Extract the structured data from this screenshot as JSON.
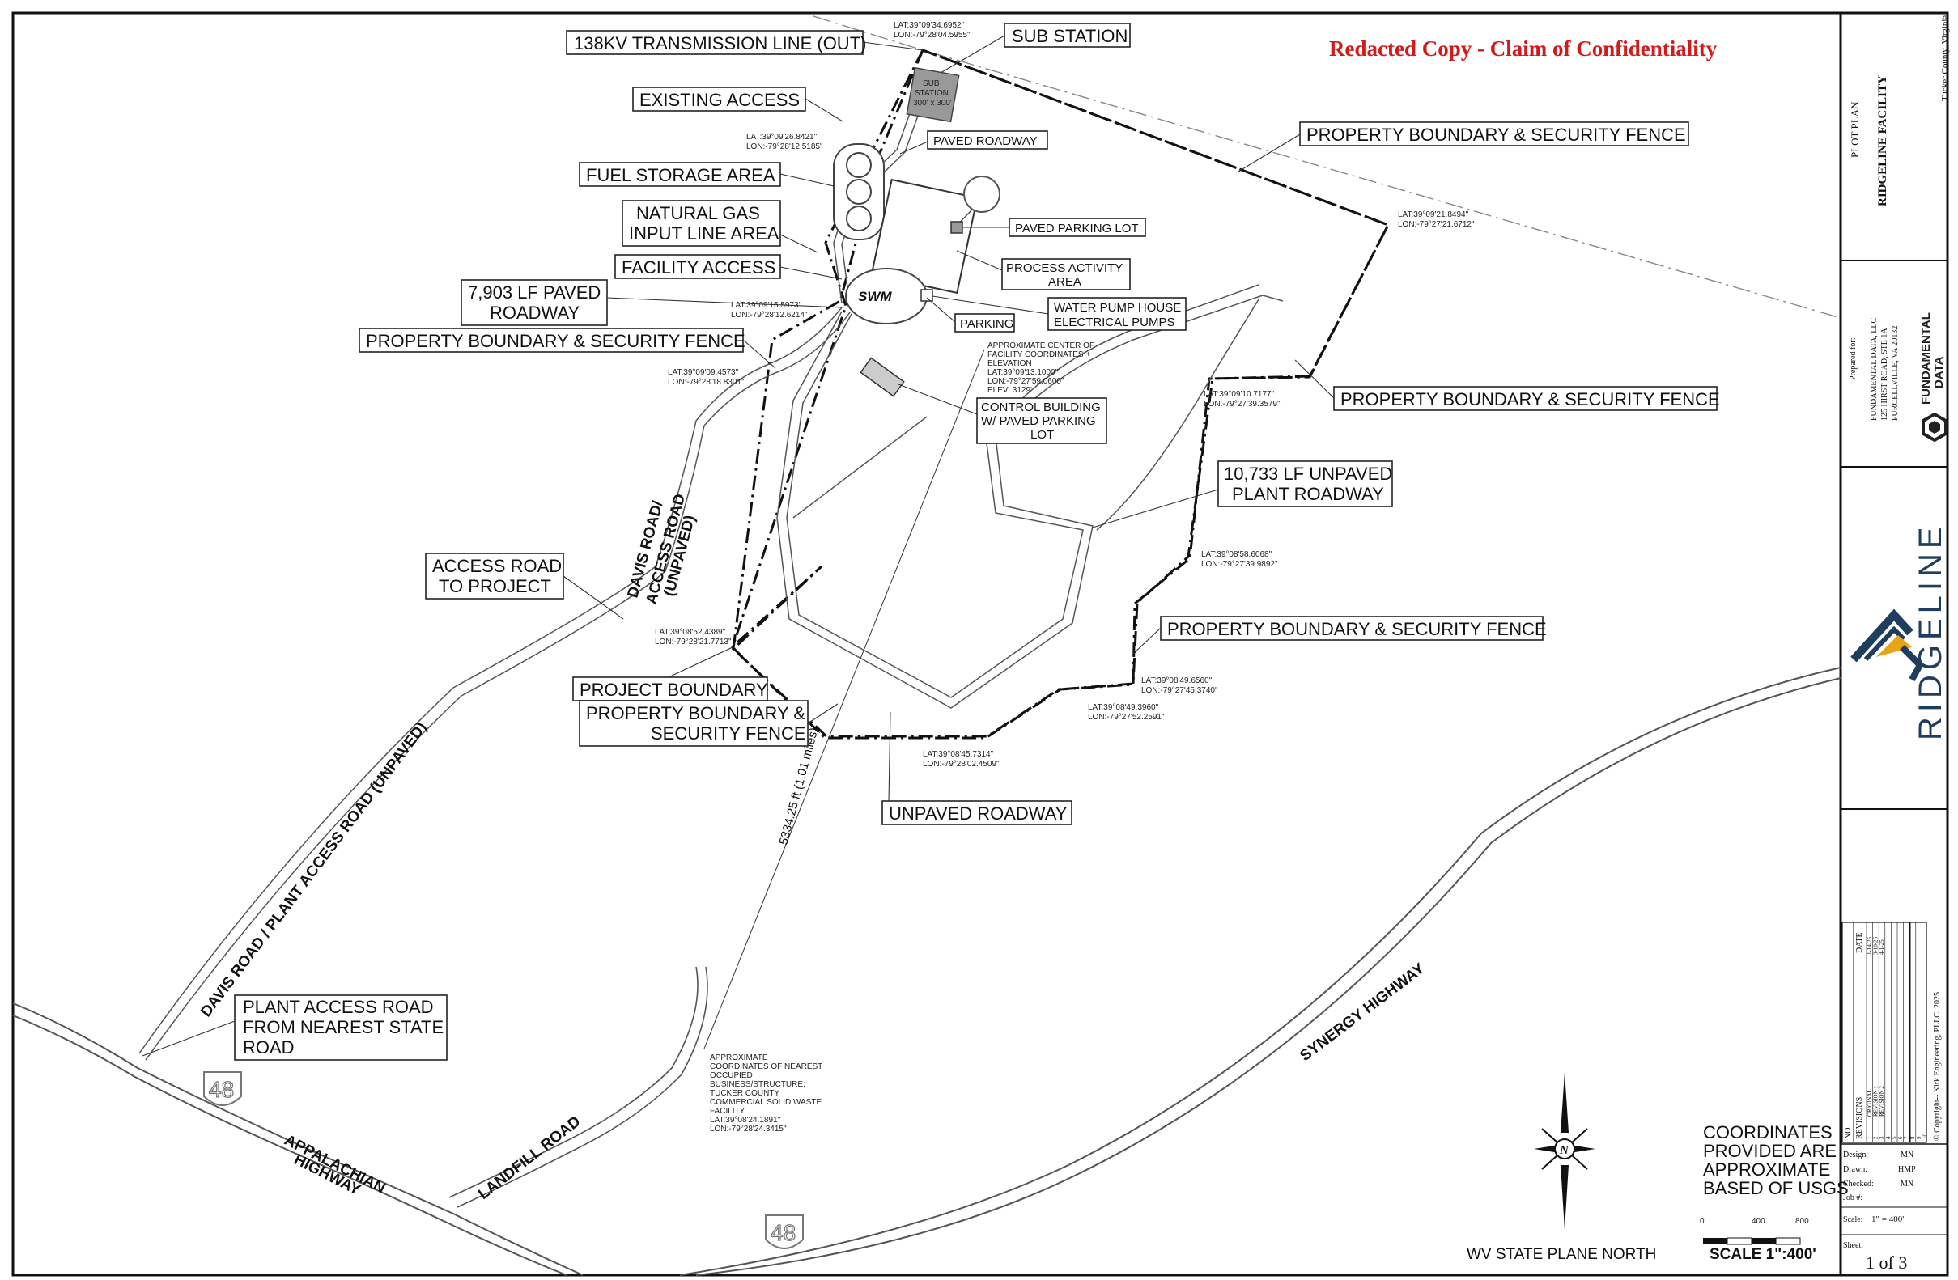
{
  "header": {
    "redacted": "Redacted Copy - Claim of Confidentiality"
  },
  "callouts": {
    "transmission": "138KV TRANSMISSION LINE (OUT)",
    "substation": "SUB STATION",
    "existing_access": "EXISTING ACCESS",
    "fuel_storage": "FUEL STORAGE AREA",
    "natural_gas_1": "NATURAL GAS",
    "natural_gas_2": "INPUT LINE AREA",
    "facility_access": "FACILITY ACCESS",
    "paved_roadway_1": "7,903 LF PAVED",
    "paved_roadway_2": "ROADWAY",
    "prop_fence_left": "PROPERTY BOUNDARY & SECURITY FENCE",
    "prop_fence_top": "PROPERTY BOUNDARY &  SECURITY FENCE",
    "prop_fence_right": "PROPERTY BOUNDARY & SECURITY FENCE",
    "prop_fence_right2": "PROPERTY BOUNDARY & SECURITY FENCE",
    "access_road_1": "ACCESS ROAD",
    "access_road_2": "TO PROJECT",
    "project_boundary": "PROJECT BOUNDARY",
    "prop_fence_bottom_1": "PROPERTY BOUNDARY &",
    "prop_fence_bottom_2": "SECURITY FENCE",
    "unpaved_roadway": "UNPAVED ROADWAY",
    "unpaved_plant_1": "10,733 LF UNPAVED",
    "unpaved_plant_2": "PLANT ROADWAY",
    "plant_access_1": "PLANT ACCESS ROAD",
    "plant_access_2": "FROM NEAREST STATE",
    "plant_access_3": "ROAD",
    "paved_roadway_small": "PAVED ROADWAY",
    "paved_parking": "PAVED PARKING LOT",
    "process_1": "PROCESS ACTIVITY",
    "process_2": "AREA",
    "pump_1": "WATER PUMP HOUSE",
    "pump_2": "ELECTRICAL PUMPS",
    "parking": "PARKING",
    "control_1": "CONTROL BUILDING",
    "control_2": "W/ PAVED PARKING",
    "control_3": "LOT",
    "swm": "SWM",
    "substation_label_1": "SUB",
    "substation_label_2": "STATION",
    "substation_label_3": "300' x 300'"
  },
  "coords": {
    "c1": [
      "LAT:39°09'34.6952\"",
      "LON:-79°28'04.5955\""
    ],
    "c2": [
      "LAT:39°09'26.8421\"",
      "LON:-79°28'12.5185\""
    ],
    "c3": [
      "LAT:39°09'15.5973\"",
      "LON:-79°28'12.6214\""
    ],
    "c4": [
      "LAT:39°09'09.4573\"",
      "LON:-79°28'18.8301\""
    ],
    "c5": [
      "LAT:39°08'52.4389\"",
      "LON:-79°28'21.7713\""
    ],
    "c6": [
      "LAT:39°08'45.7314\"",
      "LON:-79°28'02.4509\""
    ],
    "c7": [
      "LAT:39°08'49.3960\"",
      "LON:-79°27'52.2591\""
    ],
    "c8": [
      "LAT:39°08'49.6560\"",
      "LON:-79°27'45.3740\""
    ],
    "c9": [
      "LAT:39°08'58.6068\"",
      "LON:-79°27'39.9892\""
    ],
    "c10": [
      "LAT:39°09'10.7177\"",
      "LON:-79°27'39.3579\""
    ],
    "c11": [
      "LAT:39°09'21.8494\"",
      "LON:-79°27'21.6712\""
    ],
    "center": [
      "APPROXIMATE CENTER OF",
      "FACILITY COORDINATES +",
      "ELEVATION",
      "LAT:39°09'13.1000\"",
      "LON:-79°27'59.0600\"",
      "ELEV: 3129'"
    ],
    "nearest": [
      "APPROXIMATE",
      "COORDINATES OF NEAREST",
      "OCCUPIED",
      "BUSINESS/STRUCTURE;",
      "TUCKER COUNTY",
      "COMMERCIAL SOLID WASTE",
      "FACILITY",
      "LAT:39°08'24.1891\"",
      "LON:-79°28'24.3415\""
    ]
  },
  "roads": {
    "davis_access_1": "DAVIS ROAD/",
    "davis_access_2": "ACCESS ROAD",
    "davis_access_3": "(UNPAVED)",
    "davis_plant": "DAVIS ROAD / PLANT ACCESS ROAD (UNPAVED)",
    "appalachian_1": "APPALACHIAN",
    "appalachian_2": "HIGHWAY",
    "landfill": "LANDFILL ROAD",
    "synergy": "SYNERGY HIGHWAY",
    "route_48_a": "48",
    "route_48_b": "48",
    "distance": "5334.25 ft (1.01 miles)"
  },
  "legend": {
    "coordinates_note": [
      "COORDINATES",
      "PROVIDED ARE",
      "APPROXIMATE",
      "BASED OF USGS"
    ],
    "scale_ticks": [
      "0",
      "400",
      "800"
    ],
    "scale_text": "SCALE 1\":400'",
    "north": "WV STATE PLANE NORTH",
    "north_letter": "N"
  },
  "title_block": {
    "county": "Tucker County, Virginia",
    "sheet_type": "PLOT PLAN",
    "facility": "RIDGELINE FACILITY",
    "prepared_for": "Prepared for:",
    "client_lines": [
      "FUNDAMENTAL DATA, LLC",
      "125 HIRST ROAD, STE 1A",
      "PURCELLVILLE, VA 20132"
    ],
    "fd_logo": [
      "FUNDAMENTAL",
      "DATA"
    ],
    "ridgeline_wordmark": "RIDGELINE",
    "revisions_header": [
      "NO.",
      "REVISIONS",
      "DATE"
    ],
    "revisions": [
      {
        "no": "1",
        "desc": "ORIGINAL",
        "date": "1-14-25"
      },
      {
        "no": "2",
        "desc": "REVISION 1",
        "date": "3-10-25"
      },
      {
        "no": "3",
        "desc": "REVISION 2",
        "date": "4-1-25"
      },
      {
        "no": "4",
        "desc": "",
        "date": ""
      },
      {
        "no": "5",
        "desc": "",
        "date": ""
      },
      {
        "no": "6",
        "desc": "",
        "date": ""
      },
      {
        "no": "7",
        "desc": "",
        "date": ""
      },
      {
        "no": "8",
        "desc": "",
        "date": ""
      },
      {
        "no": "9",
        "desc": "",
        "date": ""
      },
      {
        "no": "10",
        "desc": "",
        "date": ""
      }
    ],
    "copyright": "© Copyright-- Kirk Engineering, PLLC. 2025",
    "design_label": "Design:",
    "design_value": "MN",
    "drawn_label": "Drawn:",
    "drawn_value": "HMP",
    "checked_label": "Checked:",
    "checked_value": "MN",
    "job_label": "Job #:",
    "job_value": "",
    "scale_label": "Scale:",
    "scale_value": "1\" = 400'",
    "sheet_label": "Sheet:",
    "sheet_value": "1 of 3"
  }
}
